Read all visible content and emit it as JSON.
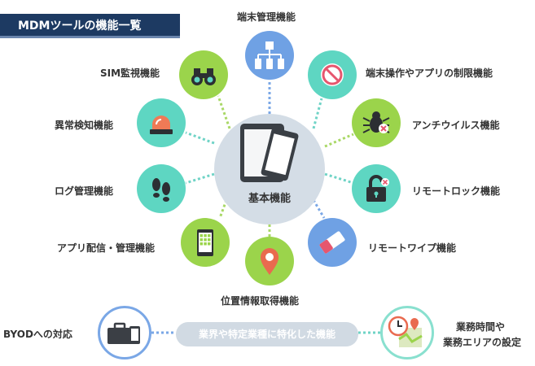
{
  "title": "MDMツールの機能一覧",
  "center": {
    "label": "基本機能"
  },
  "features": {
    "device_mgmt": "端末管理機能",
    "restriction": "端末操作やアプリの制限機能",
    "antivirus": "アンチウイルス機能",
    "remote_lock": "リモートロック機能",
    "remote_wipe": "リモートワイプ機能",
    "location": "位置情報取得機能",
    "app_dist": "アプリ配信・管理機能",
    "log_mgmt": "ログ管理機能",
    "anomaly": "異常検知機能",
    "sim": "SIM監視機能"
  },
  "specialized": {
    "bar_label": "業界や特定業種に特化した機能",
    "byod": "BYODへの対応",
    "time_area_line1": "業務時間や",
    "time_area_line2": "業務エリアの設定"
  },
  "colors": {
    "title_bg": "#1d3a62",
    "teal": "#5ed6c2",
    "blue": "#6fa1e4",
    "green": "#9bd44b",
    "connector_green": "#a9d866",
    "connector_teal": "#6fd3c6",
    "connector_blue": "#7aa7e6",
    "center_bg": "#d4dde6"
  }
}
